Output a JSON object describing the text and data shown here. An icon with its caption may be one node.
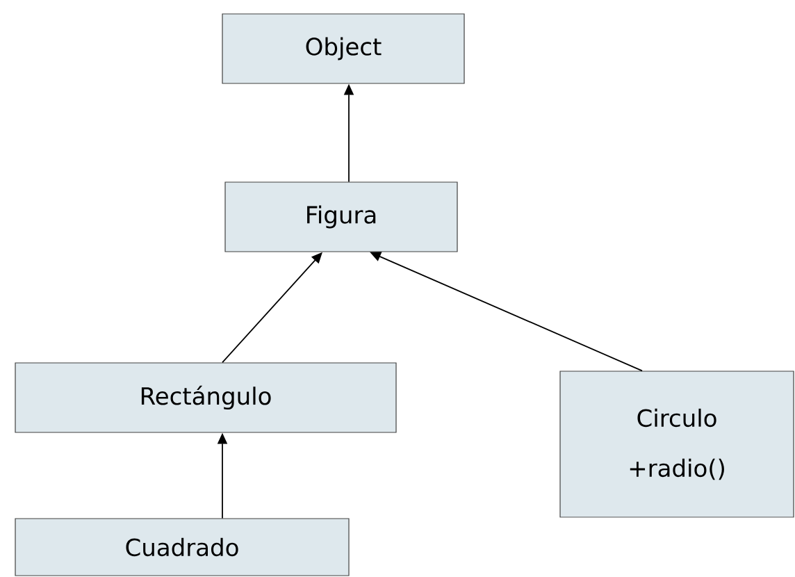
{
  "diagram": {
    "nodes": [
      {
        "text": [
          "Object"
        ]
      },
      {
        "text": [
          "Figura"
        ]
      },
      {
        "text": [
          "Rectángulo"
        ]
      },
      {
        "text": [
          "Circulo",
          "+radio()"
        ]
      },
      {
        "text": [
          "Cuadrado"
        ]
      }
    ],
    "edges": [
      {
        "from": 1,
        "to": 0,
        "arrow": "to"
      },
      {
        "from": 2,
        "to": 1,
        "arrow": "to"
      },
      {
        "from": 3,
        "to": 1,
        "arrow": "to"
      },
      {
        "from": 4,
        "to": 2,
        "arrow": "to"
      }
    ]
  }
}
